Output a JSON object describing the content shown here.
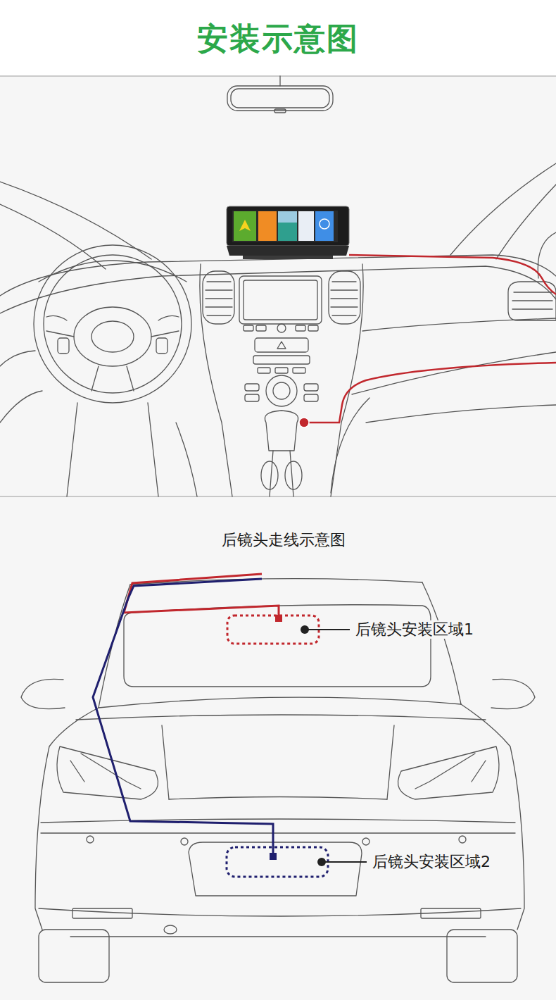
{
  "diagram": {
    "title": "安装示意图",
    "labels": [
      "后镜头走线示意图",
      "后镜头安装区域1",
      "后镜头安装区域2"
    ]
  }
}
